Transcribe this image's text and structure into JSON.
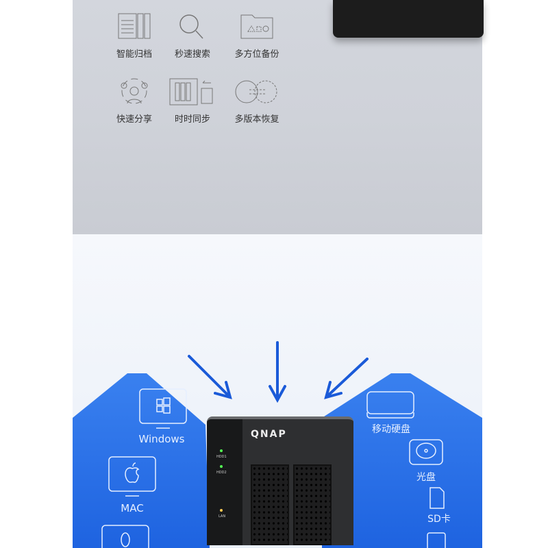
{
  "features": [
    {
      "label": "智能归档",
      "icon": "documents-icon"
    },
    {
      "label": "秒速搜索",
      "icon": "magnifier-icon"
    },
    {
      "label": "多方位备份",
      "icon": "folder-shapes-icon"
    },
    {
      "label": "快速分享",
      "icon": "users-share-icon"
    },
    {
      "label": "时时同步",
      "icon": "nas-sync-icon"
    },
    {
      "label": "多版本恢复",
      "icon": "version-circles-icon"
    }
  ],
  "devices_left": [
    "Windows",
    "MAC"
  ],
  "devices_right": [
    "移动硬盘",
    "光盘",
    "SD卡"
  ],
  "nas": {
    "brand": "QNAP",
    "leds": [
      "HDD1",
      "HDD2",
      "LAN"
    ]
  },
  "colors": {
    "accent": "#1e63e0",
    "arrow": "#1a5ad8"
  }
}
